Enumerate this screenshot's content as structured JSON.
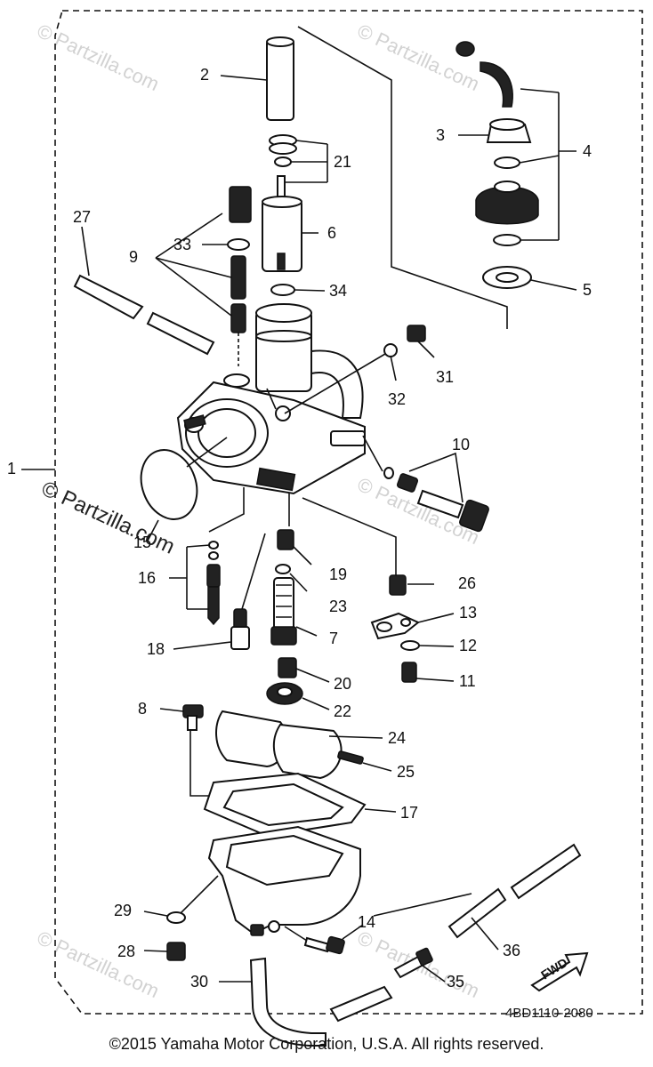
{
  "diagram": {
    "part_number_code": "4BD1110-2080",
    "direction_label": "FWD",
    "watermark_text": "© Partzilla.com",
    "callouts": [
      "1",
      "2",
      "3",
      "4",
      "5",
      "6",
      "7",
      "8",
      "9",
      "10",
      "11",
      "12",
      "13",
      "14",
      "15",
      "16",
      "17",
      "18",
      "19",
      "20",
      "21",
      "22",
      "23",
      "24",
      "25",
      "26",
      "27",
      "28",
      "29",
      "30",
      "31",
      "32",
      "33",
      "34",
      "35",
      "36"
    ]
  },
  "copyright": "©2015 Yamaha Motor Corporation, U.S.A. All rights reserved."
}
